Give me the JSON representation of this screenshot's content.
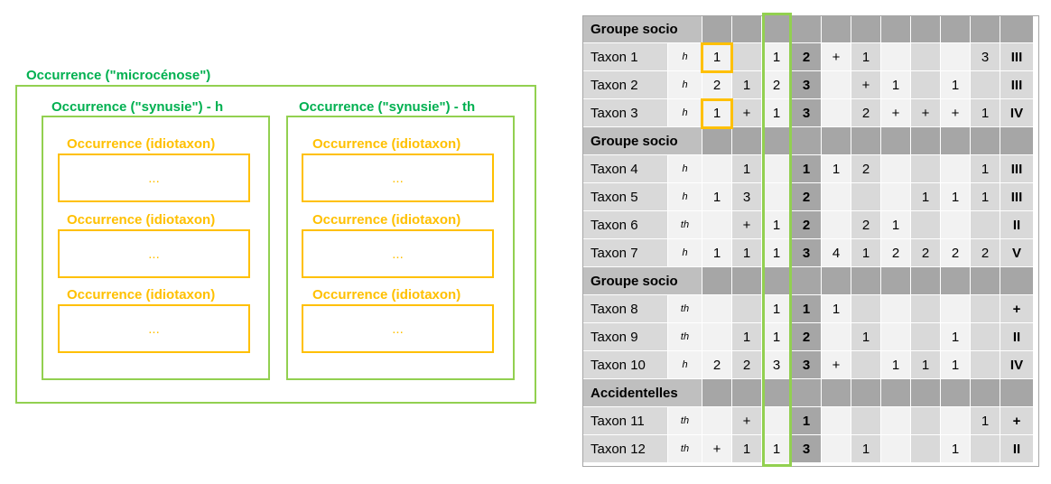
{
  "diagram": {
    "microcenose_label": "Occurrence (\"microcénose\")",
    "synusies": [
      {
        "label": "Occurrence (\"synusie\") - h",
        "idiotaxons": [
          {
            "label": "Occurrence (idiotaxon)",
            "content": "..."
          },
          {
            "label": "Occurrence (idiotaxon)",
            "content": "..."
          },
          {
            "label": "Occurrence (idiotaxon)",
            "content": "..."
          }
        ]
      },
      {
        "label": "Occurrence (\"synusie\") - th",
        "idiotaxons": [
          {
            "label": "Occurrence (idiotaxon)",
            "content": "..."
          },
          {
            "label": "Occurrence (idiotaxon)",
            "content": "..."
          },
          {
            "label": "Occurrence (idiotaxon)",
            "content": "..."
          }
        ]
      }
    ]
  },
  "table": {
    "groups": [
      {
        "label": "Groupe socio",
        "rows": [
          {
            "taxon": "Taxon 1",
            "life": "h",
            "v": [
              "1",
              "",
              "1",
              "2",
              "+",
              "1",
              "",
              "",
              "",
              "3"
            ],
            "cls": "III"
          },
          {
            "taxon": "Taxon 2",
            "life": "h",
            "v": [
              "2",
              "1",
              "2",
              "3",
              "",
              "+",
              "1",
              "",
              "1",
              ""
            ],
            "cls": "III"
          },
          {
            "taxon": "Taxon 3",
            "life": "h",
            "v": [
              "1",
              "+",
              "1",
              "3",
              "",
              "2",
              "+",
              "+",
              "+",
              "1"
            ],
            "cls": "IV"
          }
        ]
      },
      {
        "label": "Groupe socio",
        "rows": [
          {
            "taxon": "Taxon 4",
            "life": "h",
            "v": [
              "",
              "1",
              "",
              "1",
              "1",
              "2",
              "",
              "",
              "",
              "1"
            ],
            "cls": "III"
          },
          {
            "taxon": "Taxon 5",
            "life": "h",
            "v": [
              "1",
              "3",
              "",
              "2",
              "",
              "",
              "",
              "1",
              "1",
              "1"
            ],
            "cls": "III"
          },
          {
            "taxon": "Taxon 6",
            "life": "th",
            "v": [
              "",
              "+",
              "1",
              "2",
              "",
              "2",
              "1",
              "",
              "",
              ""
            ],
            "cls": "II"
          },
          {
            "taxon": "Taxon 7",
            "life": "h",
            "v": [
              "1",
              "1",
              "1",
              "3",
              "4",
              "1",
              "2",
              "2",
              "2",
              "2"
            ],
            "cls": "V"
          }
        ]
      },
      {
        "label": "Groupe socio",
        "rows": [
          {
            "taxon": "Taxon 8",
            "life": "th",
            "v": [
              "",
              "",
              "1",
              "1",
              "1",
              "",
              "",
              "",
              "",
              ""
            ],
            "cls": "+"
          },
          {
            "taxon": "Taxon 9",
            "life": "th",
            "v": [
              "",
              "1",
              "1",
              "2",
              "",
              "1",
              "",
              "",
              "1",
              ""
            ],
            "cls": "II"
          },
          {
            "taxon": "Taxon 10",
            "life": "h",
            "v": [
              "2",
              "2",
              "3",
              "3",
              "+",
              "",
              "1",
              "1",
              "1",
              ""
            ],
            "cls": "IV"
          }
        ]
      },
      {
        "label": "Accidentelles",
        "rows": [
          {
            "taxon": "Taxon 11",
            "life": "th",
            "v": [
              "",
              "+",
              "",
              "1",
              "",
              "",
              "",
              "",
              "",
              "1"
            ],
            "cls": "+"
          },
          {
            "taxon": "Taxon 12",
            "life": "th",
            "v": [
              "+",
              "1",
              "1",
              "3",
              "",
              "1",
              "",
              "",
              "1",
              ""
            ],
            "cls": "II"
          }
        ]
      }
    ]
  },
  "colors": {
    "green_text": "#00b050",
    "green_border": "#92d050",
    "gold": "#ffc000",
    "table_dark": "#a6a6a6",
    "table_mid": "#d9d9d9",
    "table_light": "#f2f2f2"
  }
}
